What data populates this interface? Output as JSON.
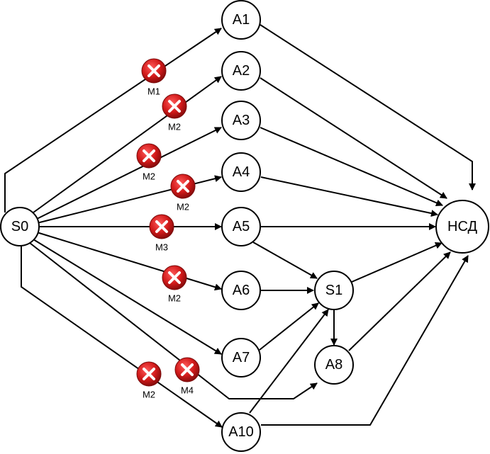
{
  "colors": {
    "line": "#000000",
    "node_fill": "#ffffff",
    "marker_fill": "#c8141a",
    "marker_cross": "#ffffff"
  },
  "nodes": {
    "s0": "S0",
    "a1": "A1",
    "a2": "A2",
    "a3": "A3",
    "a4": "A4",
    "a5": "A5",
    "a6": "A6",
    "a7": "A7",
    "s1": "S1",
    "a8": "A8",
    "a10": "A10",
    "nsd": "НСД"
  },
  "edges": [
    [
      "s0",
      "a1"
    ],
    [
      "s0",
      "a2"
    ],
    [
      "s0",
      "a3"
    ],
    [
      "s0",
      "a4"
    ],
    [
      "s0",
      "a5"
    ],
    [
      "s0",
      "a6"
    ],
    [
      "s0",
      "a7"
    ],
    [
      "s0",
      "a8"
    ],
    [
      "s0",
      "a10"
    ],
    [
      "a1",
      "nsd"
    ],
    [
      "a2",
      "nsd"
    ],
    [
      "a3",
      "nsd"
    ],
    [
      "a4",
      "nsd"
    ],
    [
      "a5",
      "nsd"
    ],
    [
      "a5",
      "s1"
    ],
    [
      "a6",
      "s1"
    ],
    [
      "a7",
      "s1"
    ],
    [
      "a10",
      "s1"
    ],
    [
      "s1",
      "a8"
    ],
    [
      "s1",
      "nsd"
    ],
    [
      "a8",
      "nsd"
    ],
    [
      "a10",
      "nsd"
    ]
  ],
  "markers": [
    {
      "id": "m-a1",
      "label": "M1",
      "icon": "error-x-icon"
    },
    {
      "id": "m-a2",
      "label": "M2",
      "icon": "error-x-icon"
    },
    {
      "id": "m-a3",
      "label": "M2",
      "icon": "error-x-icon"
    },
    {
      "id": "m-a4",
      "label": "M2",
      "icon": "error-x-icon"
    },
    {
      "id": "m-a5",
      "label": "M3",
      "icon": "error-x-icon"
    },
    {
      "id": "m-a6",
      "label": "M2",
      "icon": "error-x-icon"
    },
    {
      "id": "m-a8",
      "label": "M4",
      "icon": "error-x-icon"
    },
    {
      "id": "m-a10",
      "label": "M2",
      "icon": "error-x-icon"
    }
  ]
}
